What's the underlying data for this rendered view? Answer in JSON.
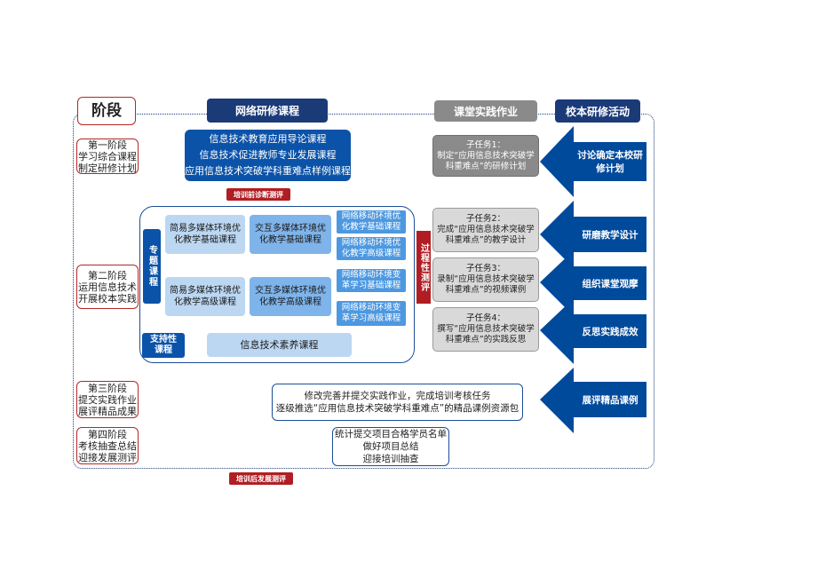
{
  "phases": {
    "header": "阶段",
    "p1": "第一阶段\n学习综合课程\n制定研修计划",
    "p2": "第二阶段\n运用信息技术\n开展校本实践",
    "p3": "第三阶段\n提交实践作业\n展评精品成果",
    "p4": "第四阶段\n考核抽查总结\n迎接发展测评"
  },
  "headers": {
    "online": "网络研修课程",
    "practice": "课堂实践作业",
    "school": "校本研修活动"
  },
  "intro_courses": [
    "信息技术教育应用导论课程",
    "信息技术促进教师专业发展课程",
    "应用信息技术突破学科重难点样例课程"
  ],
  "tags": {
    "pre": "培训前诊断测评",
    "post": "培训后发展测评",
    "process": "过程性测评",
    "topic": "专题课程",
    "support": "支持性课程"
  },
  "modules": {
    "simple_basic": "简易多媒体环境优\n化教学基础课程",
    "interactive_basic": "交互多媒体环境优\n化教学基础课程",
    "simple_adv": "简易多媒体环境优\n化教学高级课程",
    "interactive_adv": "交互多媒体环境优\n化教学高级课程",
    "net1": "网络移动环境优\n化教学基础课程",
    "net2": "网络移动环境优\n化教学高级课程",
    "net3": "网络移动环境变\n革学习基础课程",
    "net4": "网络移动环境变\n革学习高级课程",
    "literacy": "信息技术素养课程"
  },
  "tasks": {
    "t1": "子任务1：\n制定“应用信息技术突破学\n科重难点”的研修计划",
    "t2": "子任务2：\n完成“应用信息技术突破学\n科重难点”的教学设计",
    "t3": "子任务3：\n录制“应用信息技术突破学\n科重难点”的视频课例",
    "t4": "子任务4：\n撰写“应用信息技术突破学\n科重难点”的实践反思"
  },
  "activities": {
    "a1": "讨论确定本校研修计划",
    "a2": "研磨教学设计",
    "a3": "组织课堂观摩",
    "a4": "反思实践成效",
    "a5": "展评精品课例"
  },
  "stage3_text": "修改完善并提交实践作业，完成培训考核任务\n逐级推选“应用信息技术突破学科重难点”的精品课例资源包",
  "stage4_text": "统计提交项目合格学员名单\n做好项目总结\n迎接培训抽查",
  "colors": {
    "navy": "#1b3a78",
    "blue": "#0b53a8",
    "red": "#b01e23",
    "grey": "#8a8a8a"
  }
}
